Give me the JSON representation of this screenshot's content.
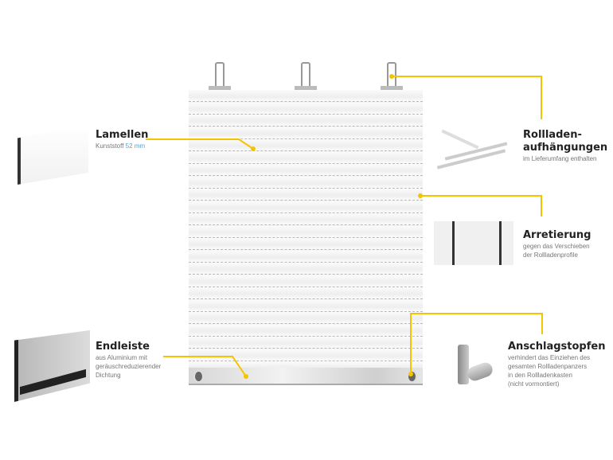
{
  "colors": {
    "leader": "#f5c400",
    "accent": "#5aa0d0"
  },
  "callouts": {
    "lamellen": {
      "title": "Lamellen",
      "sub_prefix": "Kunststoff",
      "sub_accent": "52 mm"
    },
    "aufhaengungen": {
      "title_line1": "Rollladen-",
      "title_line2": "aufhängungen",
      "sub": "im Lieferumfang enthalten"
    },
    "arretierung": {
      "title": "Arretierung",
      "sub_line1": "gegen das Verschieben",
      "sub_line2": "der Rollladenprofile"
    },
    "endleiste": {
      "title": "Endleiste",
      "sub_line1": "aus Aluminium mit",
      "sub_line2": "geräuschreduzierender",
      "sub_line3": "Dichtung"
    },
    "anschlagstopfen": {
      "title": "Anschlagstopfen",
      "sub_line1": "verhindert das Einziehen des",
      "sub_line2": "gesamten Rollladenpanzers",
      "sub_line3": "in den Rollladenkasten",
      "sub_line4": "(nicht vormontiert)"
    }
  }
}
